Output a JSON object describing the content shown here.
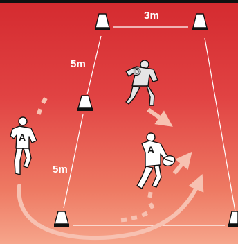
{
  "diagram": {
    "labels": {
      "top_distance": "3m",
      "left_upper_distance": "5m",
      "left_lower_distance": "5m"
    },
    "players": {
      "defender": "D",
      "attacker_left": "A",
      "attacker_center": "A"
    },
    "cones": [
      "cone",
      "cone",
      "cone",
      "cone",
      "cone"
    ],
    "colors": {
      "field_top": "#d42a2f",
      "field_bottom": "#f6a58b",
      "lines": "#ffffff",
      "arrows": "#f7c1b1"
    },
    "icons": [
      "cone-icon",
      "player-icon",
      "ball-icon",
      "arrow-icon"
    ]
  }
}
